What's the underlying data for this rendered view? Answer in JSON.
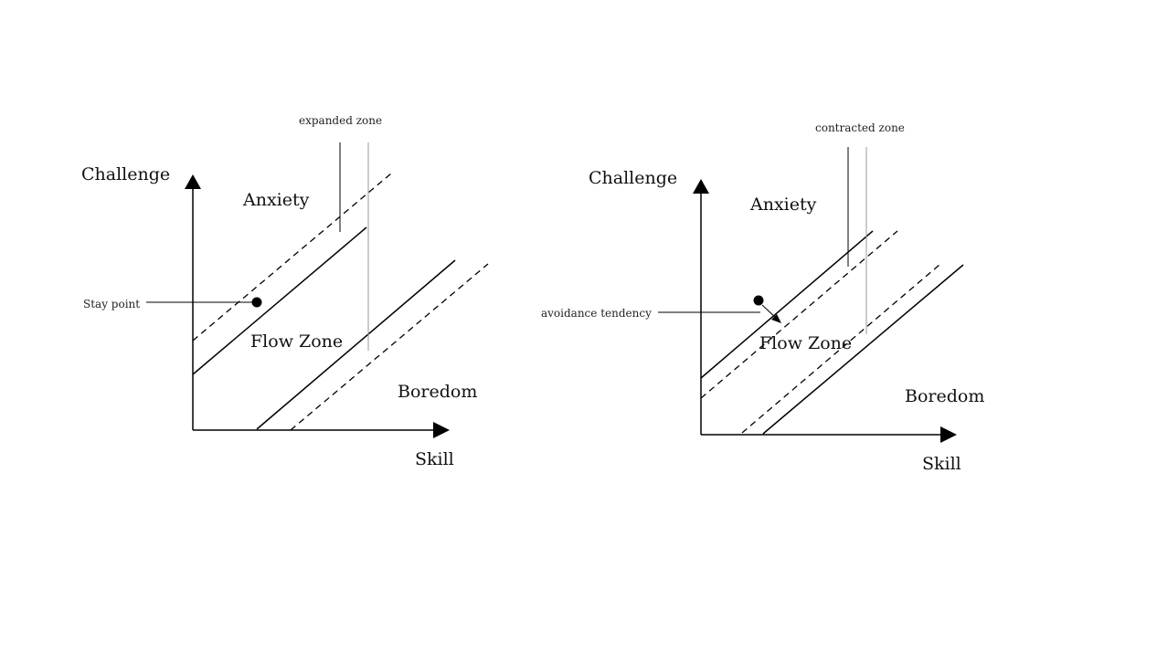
{
  "left_diagram": {
    "y_axis_label": "Challenge",
    "x_axis_label": "Skill",
    "region_top": "Anxiety",
    "region_middle": "Flow Zone",
    "region_bottom": "Boredom",
    "callout_zone": "expanded zone",
    "callout_point": "Stay point"
  },
  "right_diagram": {
    "y_axis_label": "Challenge",
    "x_axis_label": "Skill",
    "region_top": "Anxiety",
    "region_middle": "Flow Zone",
    "region_bottom": "Boredom",
    "callout_zone": "contracted zone",
    "callout_point": "avoidance tendency"
  }
}
